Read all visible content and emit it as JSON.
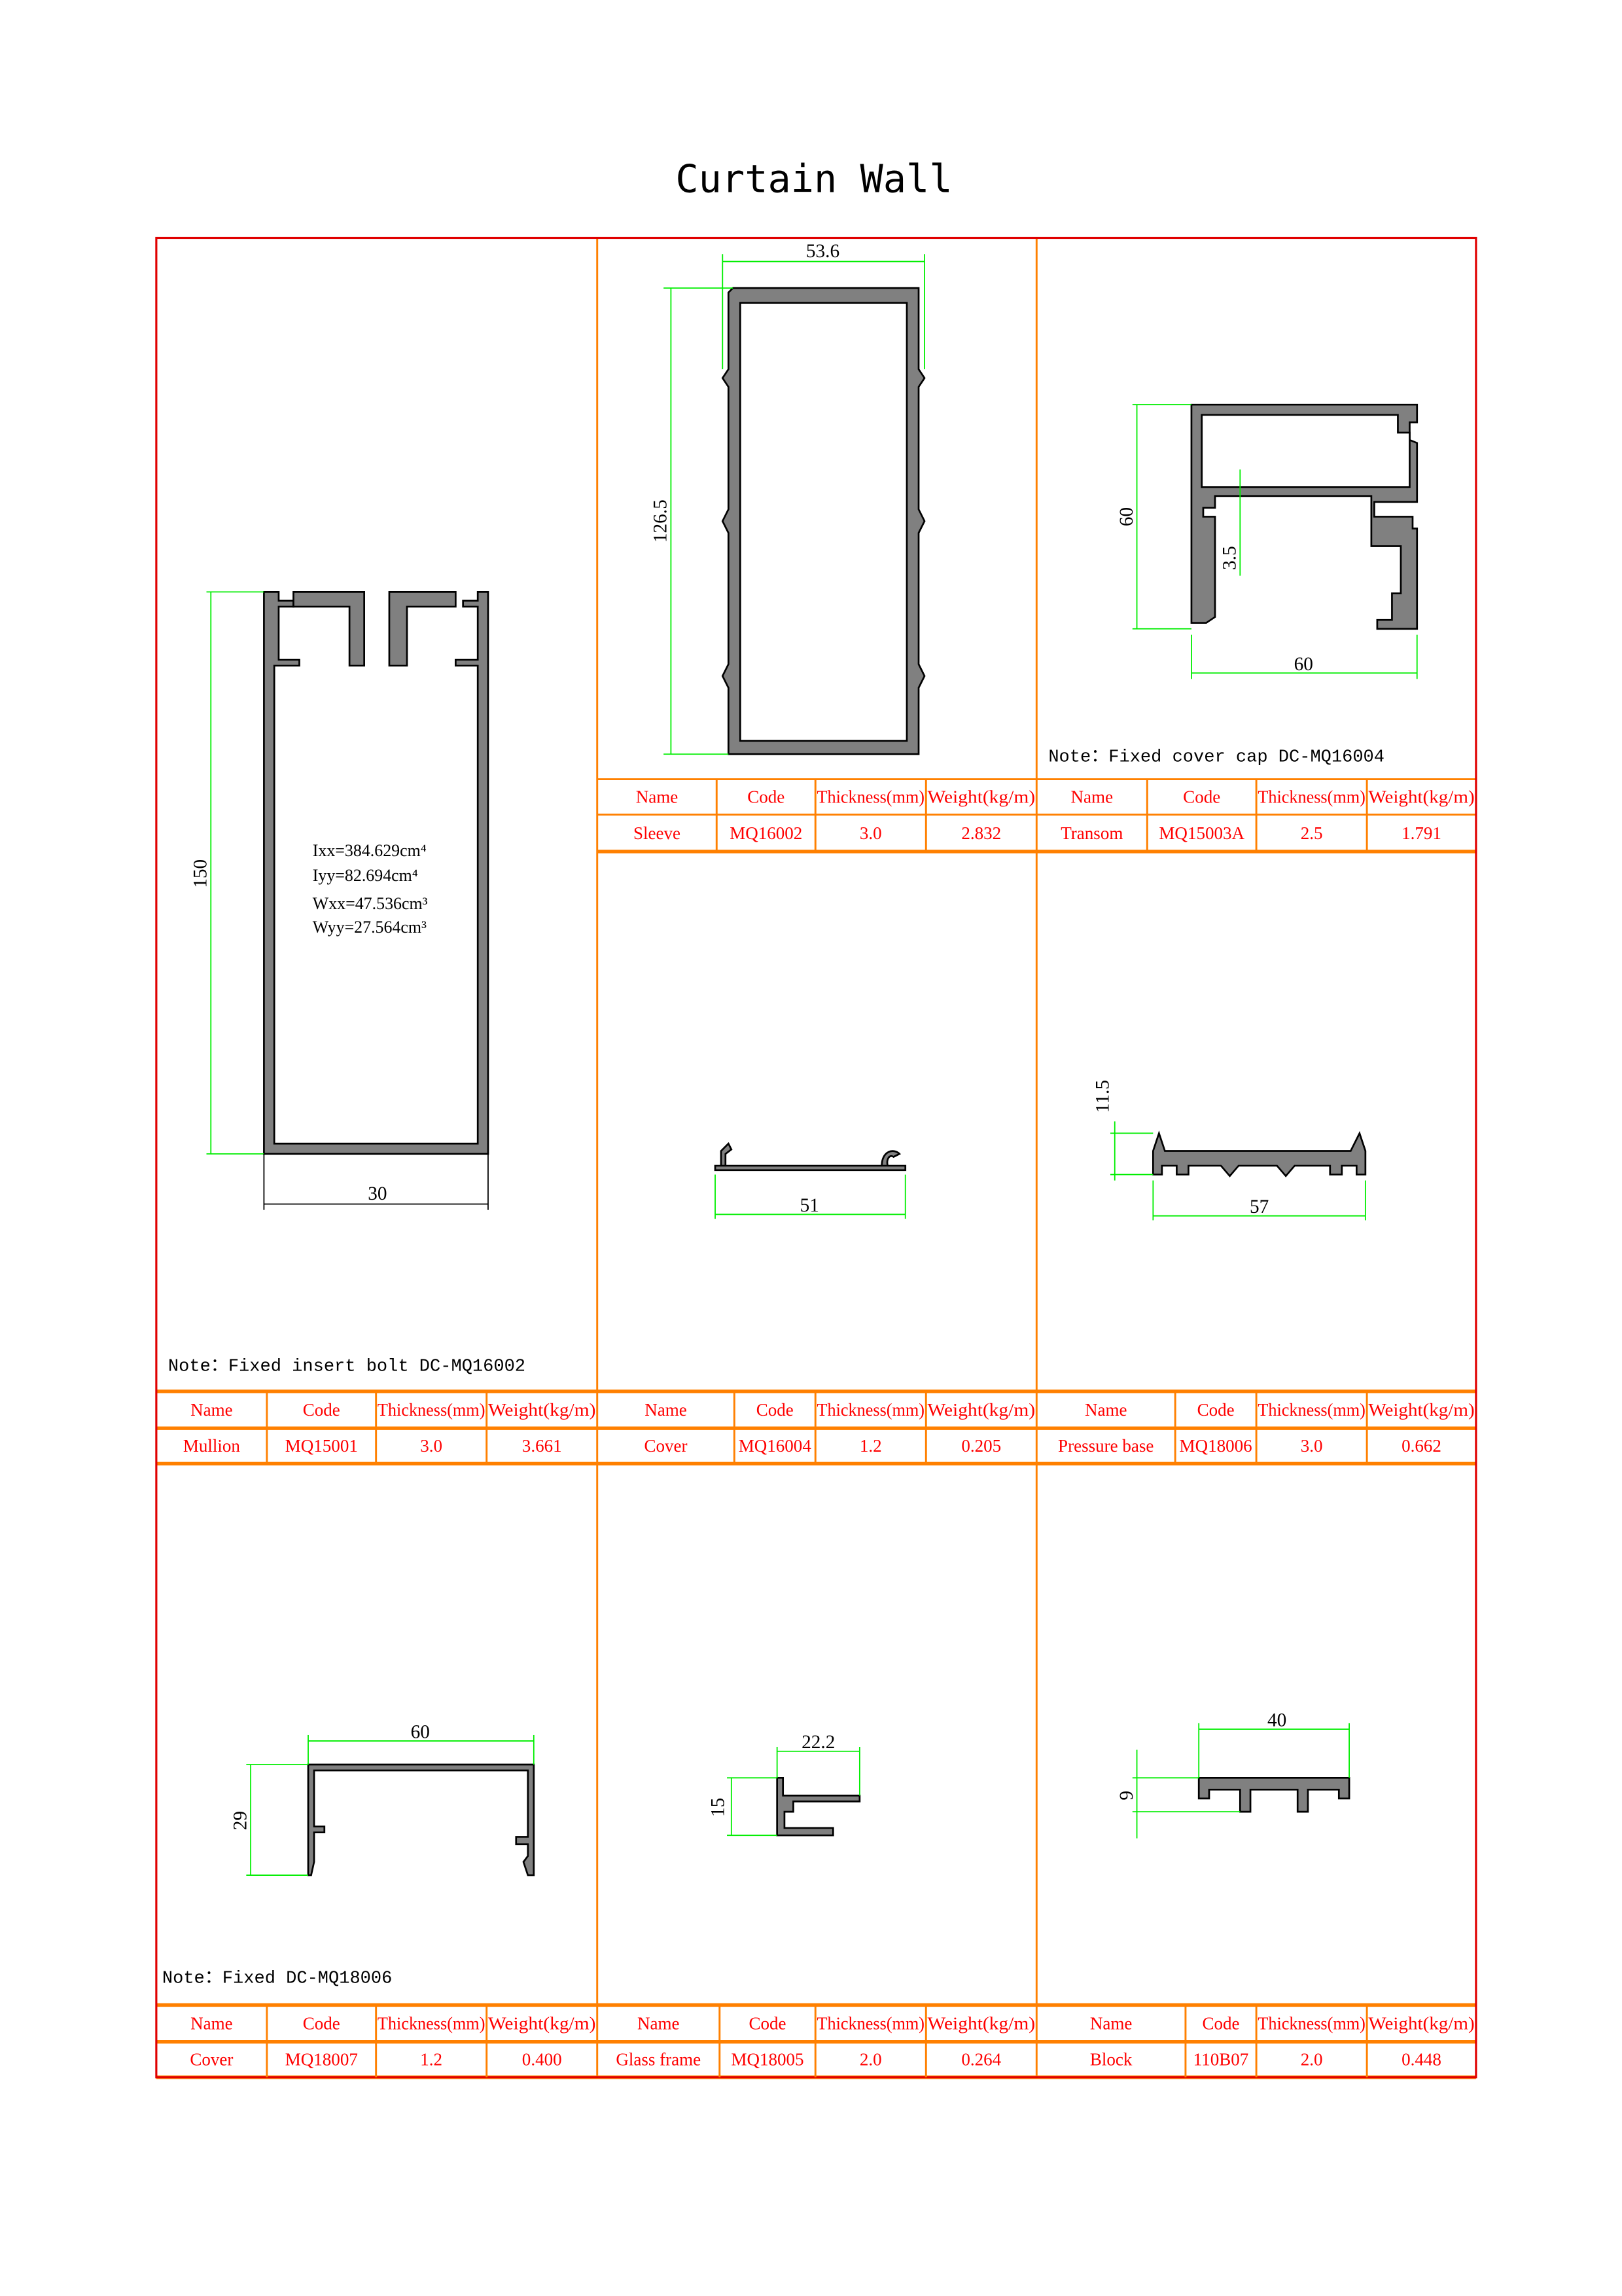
{
  "title": "Curtain Wall",
  "colors": {
    "frame": "#e00000",
    "grid": "#ff8000",
    "table_text": "#ff0000",
    "dimension": "#00ee00",
    "profile": "#808080"
  },
  "table_headers": [
    "Name",
    "Code",
    "Thickness(mm)",
    "Weight(kg/m)"
  ],
  "panels": {
    "mullion": {
      "note": "Note：Fixed insert bolt DC-MQ16002",
      "dims": {
        "height": "150",
        "width": "30"
      },
      "properties": [
        "Ixx=384.629cm⁴",
        "Iyy=82.694cm⁴",
        "Wxx=47.536cm³",
        "Wyy=27.564cm³"
      ],
      "row": [
        "Mullion",
        "MQ15001",
        "3.0",
        "3.661"
      ]
    },
    "sleeve": {
      "dims": {
        "width": "53.6",
        "height": "126.5"
      },
      "row": [
        "Sleeve",
        "MQ16002",
        "3.0",
        "2.832"
      ]
    },
    "transom": {
      "note": "Note：Fixed cover cap DC-MQ16004",
      "dims": {
        "height": "60",
        "width": "60",
        "lip": "3.5"
      },
      "row": [
        "Transom",
        "MQ15003A",
        "2.5",
        "1.791"
      ]
    },
    "cover_a": {
      "dims": {
        "width": "51"
      },
      "row": [
        "Cover",
        "MQ16004",
        "1.2",
        "0.205"
      ]
    },
    "pressure_base": {
      "dims": {
        "height": "11.5",
        "width": "57"
      },
      "row": [
        "Pressure base",
        "MQ18006",
        "3.0",
        "0.662"
      ]
    },
    "cover_b": {
      "note": "Note：Fixed DC-MQ18006",
      "dims": {
        "width": "60",
        "height": "29"
      },
      "row": [
        "Cover",
        "MQ18007",
        "1.2",
        "0.400"
      ]
    },
    "glass_frame": {
      "dims": {
        "width": "22.2",
        "height": "15"
      },
      "row": [
        "Glass frame",
        "MQ18005",
        "2.0",
        "0.264"
      ]
    },
    "block": {
      "dims": {
        "width": "40",
        "height": "9"
      },
      "row": [
        "Block",
        "110B07",
        "2.0",
        "0.448"
      ]
    }
  }
}
